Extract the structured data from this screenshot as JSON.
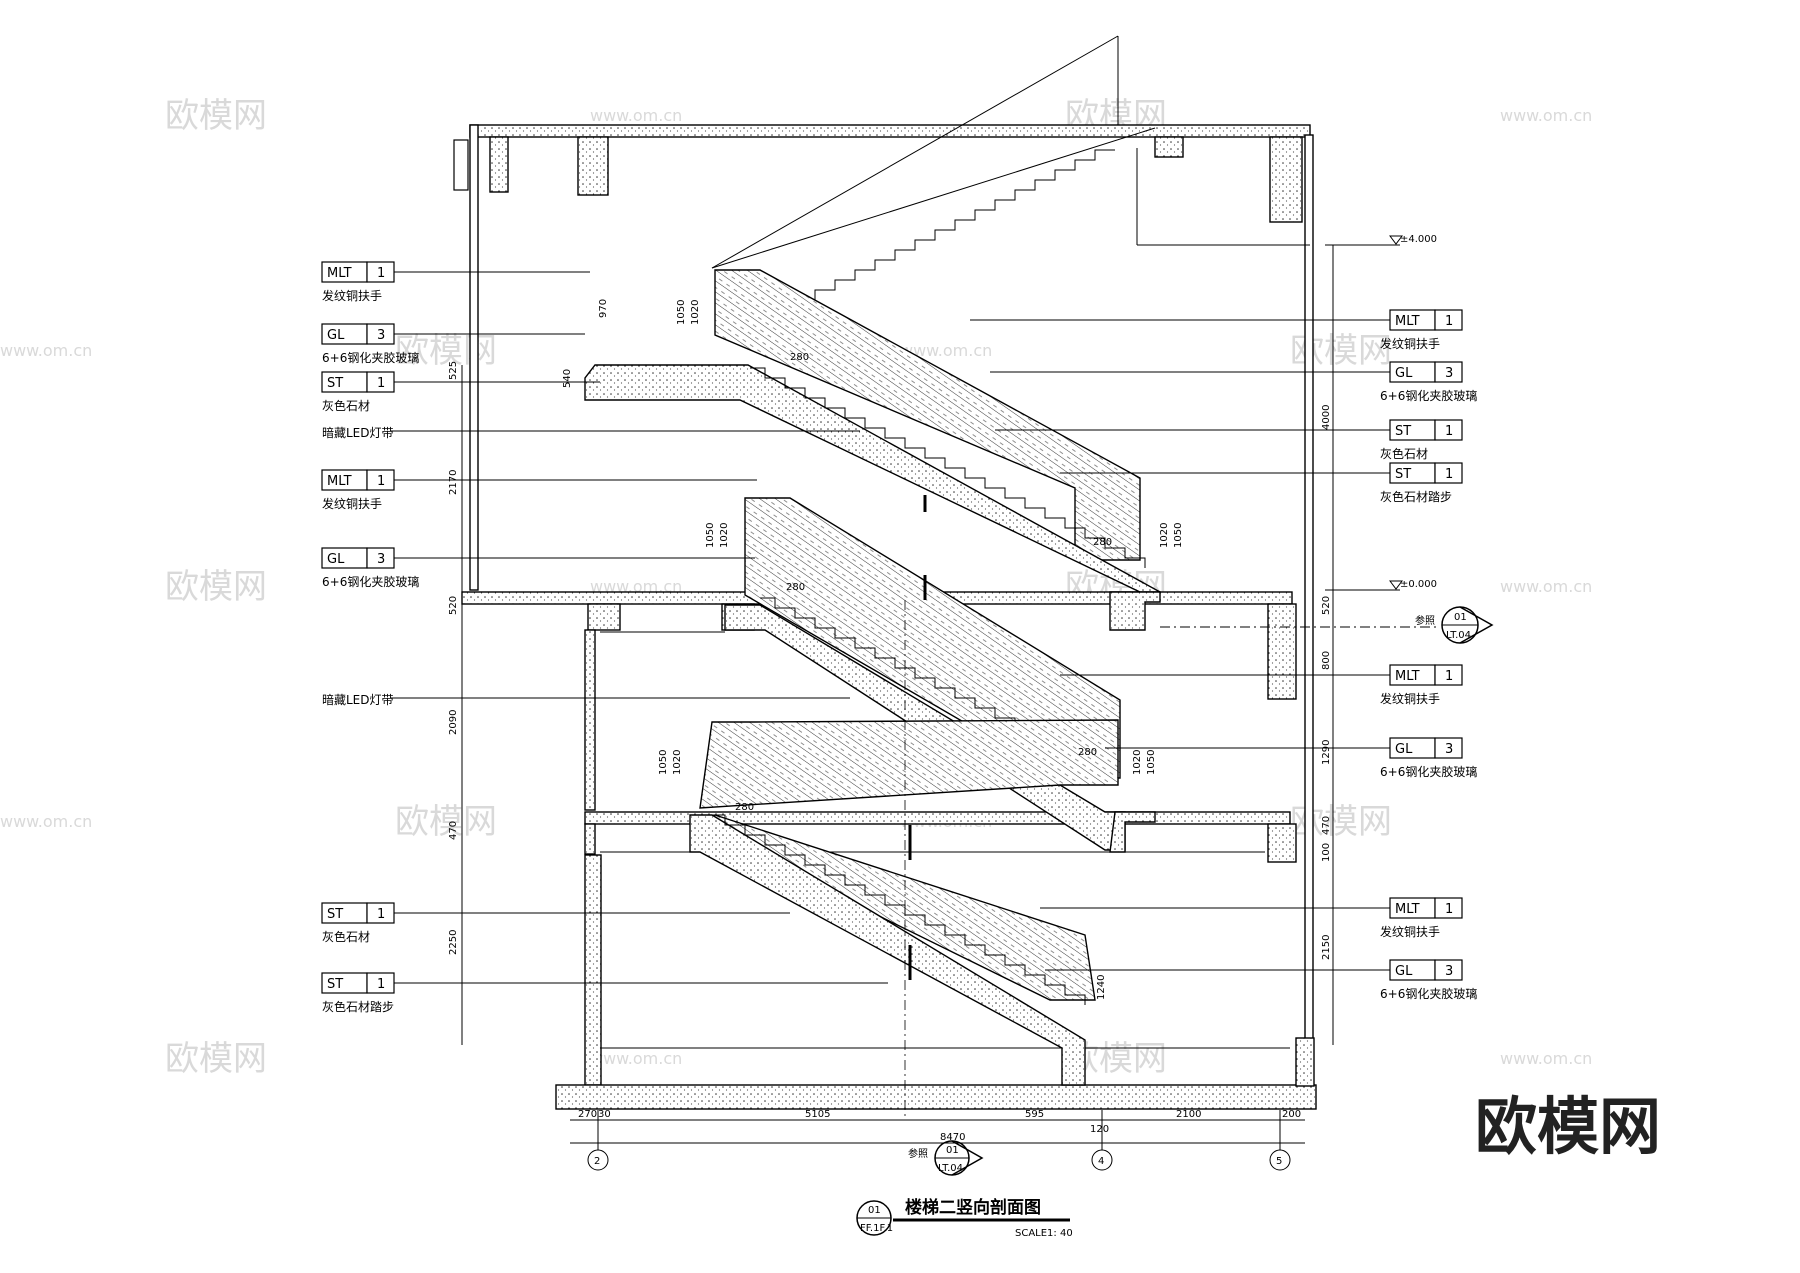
{
  "drawing": {
    "title": "楼梯二竖向剖面图",
    "scale": "SCALE1: 40",
    "title_marker": {
      "number": "01",
      "sheet": "FF.1F.1"
    }
  },
  "elevation_marks": [
    "±4.000",
    "±0.000"
  ],
  "reference_markers": [
    {
      "label": "参照",
      "number": "01",
      "sheet": "LT.04"
    },
    {
      "label": "参照",
      "number": "01",
      "sheet": "LT.04"
    }
  ],
  "left_tags": [
    {
      "code": "MLT",
      "num": "1",
      "note": "发纹铜扶手"
    },
    {
      "code": "GL",
      "num": "3",
      "note": "6+6钢化夹胶玻璃"
    },
    {
      "code": "ST",
      "num": "1",
      "note": "灰色石材"
    },
    {
      "code": "",
      "num": "",
      "note": "暗藏LED灯带"
    },
    {
      "code": "MLT",
      "num": "1",
      "note": "发纹铜扶手"
    },
    {
      "code": "GL",
      "num": "3",
      "note": "6+6钢化夹胶玻璃"
    },
    {
      "code": "",
      "num": "",
      "note": "暗藏LED灯带"
    },
    {
      "code": "ST",
      "num": "1",
      "note": "灰色石材"
    },
    {
      "code": "ST",
      "num": "1",
      "note": "灰色石材踏步"
    }
  ],
  "right_tags": [
    {
      "code": "MLT",
      "num": "1",
      "note": "发纹铜扶手"
    },
    {
      "code": "GL",
      "num": "3",
      "note": "6+6钢化夹胶玻璃"
    },
    {
      "code": "ST",
      "num": "1",
      "note": "灰色石材"
    },
    {
      "code": "ST",
      "num": "1",
      "note": "灰色石材踏步"
    },
    {
      "code": "MLT",
      "num": "1",
      "note": "发纹铜扶手"
    },
    {
      "code": "GL",
      "num": "3",
      "note": "6+6钢化夹胶玻璃"
    },
    {
      "code": "MLT",
      "num": "1",
      "note": "发纹铜扶手"
    },
    {
      "code": "GL",
      "num": "3",
      "note": "6+6钢化夹胶玻璃"
    }
  ],
  "left_dims": [
    "525",
    "2170",
    "520",
    "2090",
    "470",
    "2250"
  ],
  "right_dims": [
    "4000",
    "520",
    "800",
    "1290",
    "470",
    "100",
    "2150"
  ],
  "bottom_dims": [
    "270",
    "30",
    "5105",
    "595",
    "2100",
    "200"
  ],
  "bottom_total": "8470",
  "bottom_sub": "120",
  "grid_axes": [
    "2",
    "4",
    "5"
  ],
  "rail_dims": [
    "1050",
    "1020",
    "970",
    "540",
    "280",
    "1240"
  ],
  "watermarks": {
    "logo": "欧模网",
    "url": "www.om.cn"
  },
  "brand": "欧模网"
}
